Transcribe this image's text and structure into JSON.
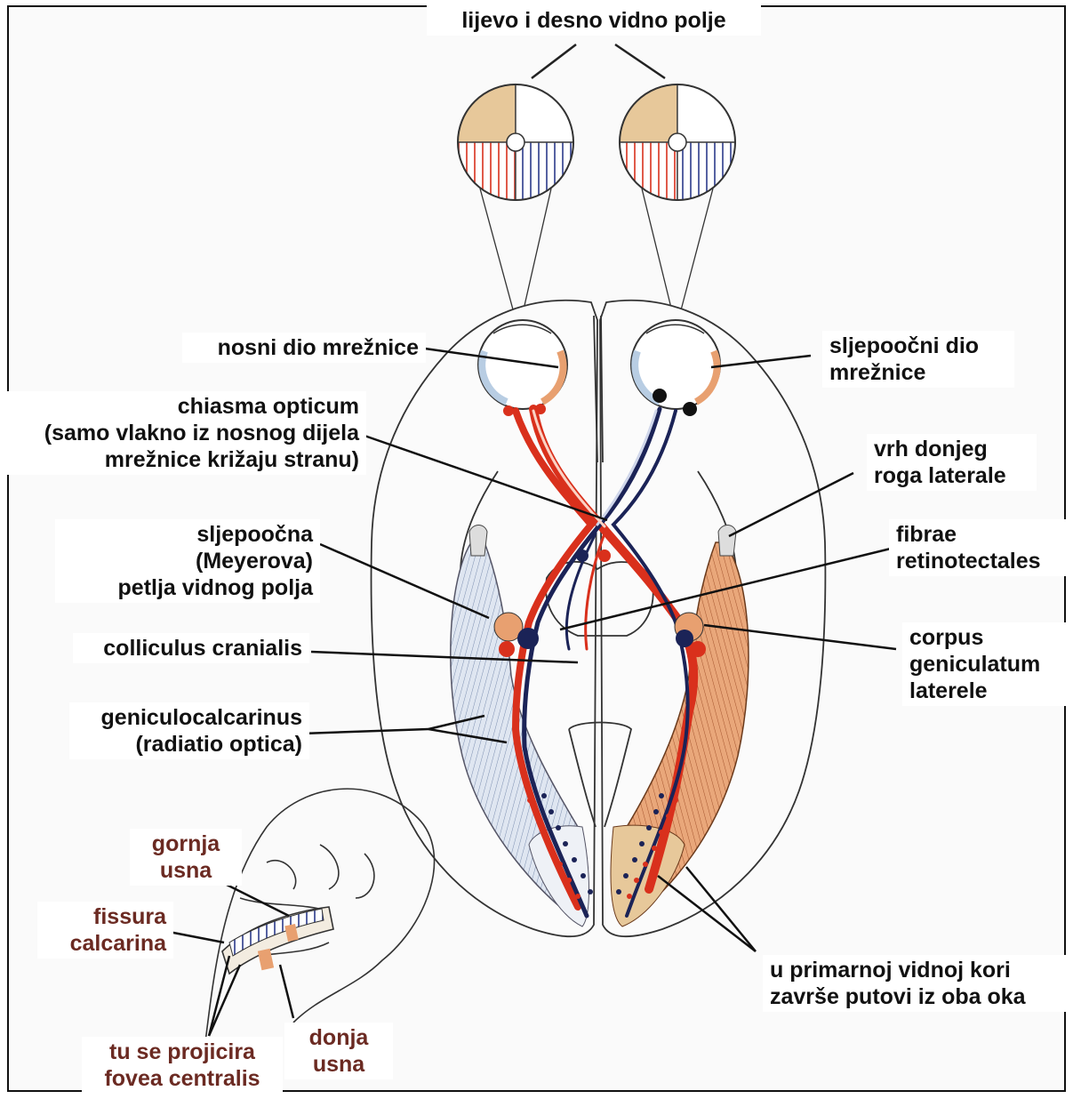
{
  "labels": {
    "top": "lijevo i desno vidno polje",
    "nasal_retina": "nosni dio mrežnice",
    "temporal_retina": "sljepoočni dio\nmrežnice",
    "chiasm": "chiasma opticum\n(samo vlakno iz nosnog dijela\nmrežnice križaju stranu)",
    "inferior_horn": "vrh donjeg\nroga laterale",
    "meyer_loop": "sljepoočna\n(Meyerova)\npetlja vidnog polja",
    "retinotectal": "fibrae\nretinotectales",
    "colliculus": "colliculus cranialis",
    "lgn": "corpus\ngeniculatum\nlaterele",
    "radiation": "geniculocalcarinus\n(radiatio optica)",
    "upper_lip": "gornja\nusna",
    "calcarine": "fissura\ncalcarina",
    "fovea": "tu se projicira\nfovea centralis",
    "lower_lip": "donja\nusna",
    "cortex": "u primarnoj vidnoj kori\nzavrše putovi iz oba oka"
  },
  "colors": {
    "red": "#d9301c",
    "navy": "#1b2357",
    "peach": "#e8a070",
    "tan": "#e7c89a",
    "bluegrey": "#9fb1cc",
    "label_dark": "#6b2a22"
  }
}
